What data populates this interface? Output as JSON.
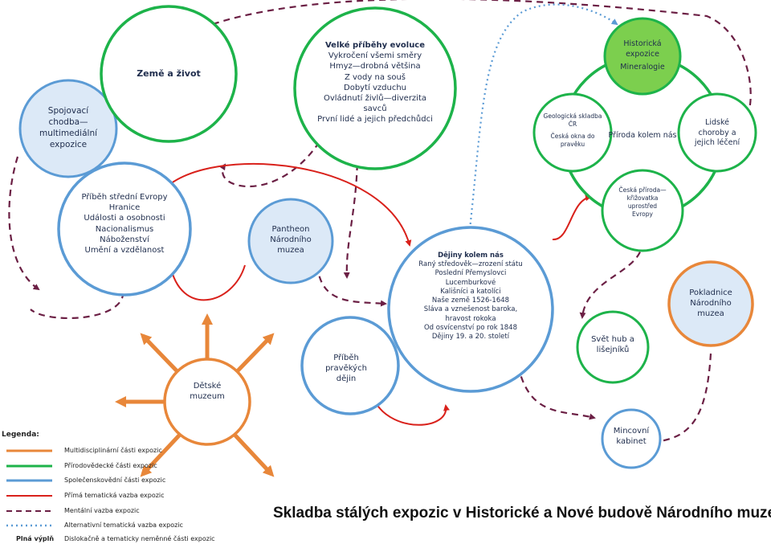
{
  "colors": {
    "multidisciplinary": "#e8873a",
    "natural": "#1db34a",
    "social": "#5b9bd5",
    "thematic": "#d9211b",
    "mental": "#6b1f44",
    "alternative": "#5b9bd5",
    "fill_social": "#dce9f7",
    "fill_natural": "#7ccf4e"
  },
  "nodes": {
    "spojovaci": {
      "title": "Spojovací chodba— multimediální expozice"
    },
    "zeme": {
      "title": "Země a život"
    },
    "velke": {
      "title": "Velké příběhy evoluce",
      "lines": [
        "Vykročení všemi směry",
        "Hmyz—drobná většina",
        "Z vody na souš",
        "Dobytí vzduchu",
        "Ovládnutí živlů—diverzita savců",
        "První lidé a jejich předchůdci"
      ]
    },
    "historicka": {
      "title": "Historická expozice",
      "subtitle": "Mineralogie"
    },
    "geologicka": {
      "lines": [
        "Geologická skladba ČR",
        "Česká okna do pravěku"
      ]
    },
    "priroda": {
      "title": "Příroda kolem nás"
    },
    "lidske": {
      "title": "Lidské choroby a jejich léčení"
    },
    "ceska": {
      "title": "Česká příroda— křižovatka uprostřed Evropy"
    },
    "pribeh": {
      "title": "Příběh střední Evropy",
      "lines": [
        "Hranice",
        "Události a osobnosti",
        "Nacionalismus",
        "Náboženství",
        "Umění a vzdělanost"
      ]
    },
    "pantheon": {
      "title": "Pantheon Národního muzea"
    },
    "dejiny": {
      "title": "Dějiny kolem nás",
      "lines": [
        "Raný středověk—zrození státu",
        "Poslední Přemyslovci",
        "Lucemburkové",
        "Kališníci a katolíci",
        "Naše země 1526-1648",
        "Sláva a vznešenost baroka, hravost rokoka",
        "Od osvícenství po rok 1848",
        "Dějiny 19. a 20. století"
      ]
    },
    "pokladnice": {
      "title": "Pokladnice Národního muzea"
    },
    "svet": {
      "title": "Svět hub a lišejníků"
    },
    "pravekych": {
      "title": "Příběh pravěkých dějin"
    },
    "detske": {
      "title": "Dětské muzeum"
    },
    "mincovni": {
      "title": "Mincovní kabinet"
    }
  },
  "legend": {
    "title": "Legenda:",
    "items": [
      "Multidisciplinární části expozic",
      "Přírodovědecké části expozic",
      "Společenskovědní části expozic",
      "Přímá tematická vazba expozic",
      "Mentální vazba expozic",
      "Alternativní tematická vazba expozic",
      "Dislokačně a tematicky neměnné části expozic"
    ],
    "filled_label": "Plná výplň"
  },
  "title": "Skladba stálých expozic v Historické a Nové budově Národního muzea"
}
